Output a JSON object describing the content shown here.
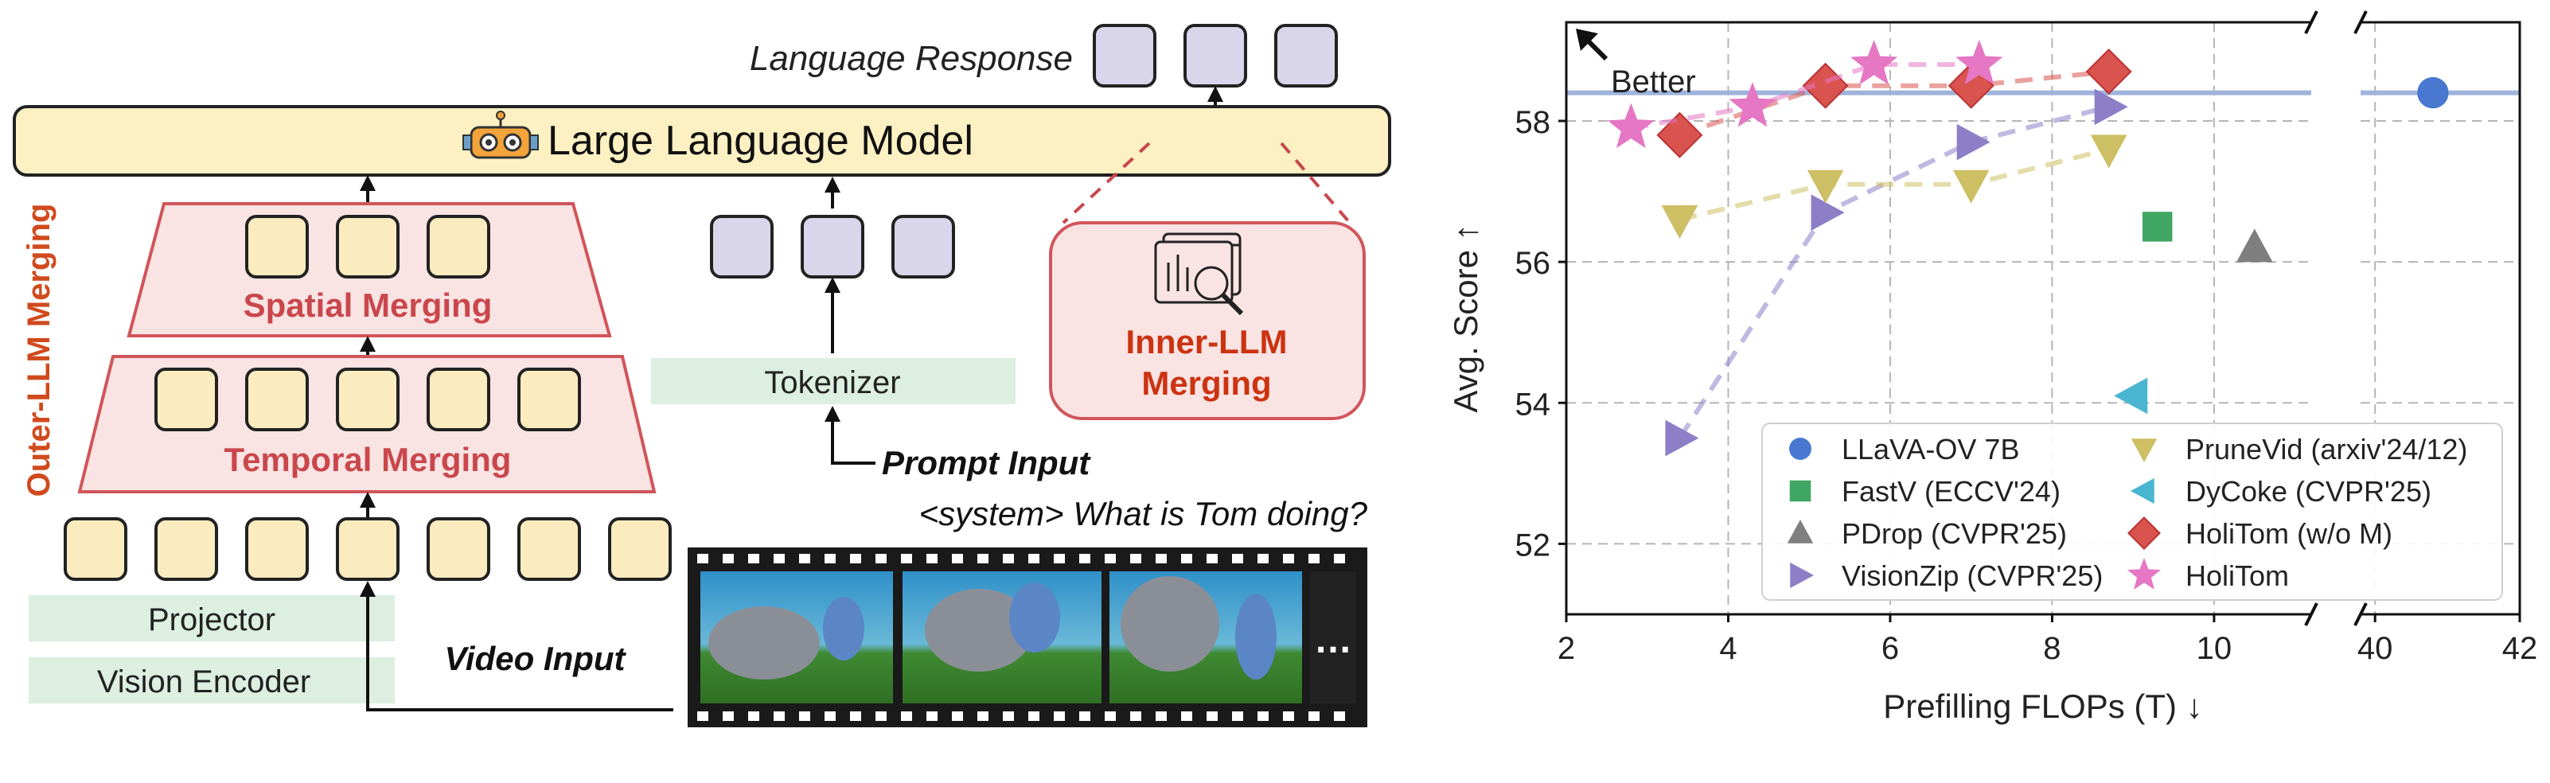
{
  "diagram": {
    "llm_label": "Large Language Model",
    "language_response": "Language Response",
    "outer_label": "Outer-LLM Merging",
    "spatial_label": "Spatial Merging",
    "temporal_label": "Temporal Merging",
    "inner_label_1": "Inner-LLM",
    "inner_label_2": "Merging",
    "tokenizer_label": "Tokenizer",
    "prompt_label": "Prompt Input",
    "prompt_text": "<system> What is Tom doing?",
    "projector_label": "Projector",
    "encoder_label": "Vision Encoder",
    "video_label": "Video Input",
    "ellipsis": "…",
    "colors": {
      "token_fill": "#fbecc0",
      "prompt_token_fill": "#d9d5ea",
      "merge_fill": "#f9e3e3",
      "merge_stroke": "#d0555a",
      "merge_text": "#c9474c",
      "outer_text": "#d04a1d",
      "inner_text": "#cc3311",
      "green_box": "#dcefe0"
    }
  },
  "chart_data": {
    "type": "scatter",
    "xlabel": "Prefilling  FLOPs (T) ↓",
    "ylabel": "Avg. Score ↑",
    "x_ticks_left": [
      "2",
      "4",
      "6",
      "8",
      "10"
    ],
    "x_ticks_right": [
      "40",
      "42"
    ],
    "y_ticks": [
      "52",
      "54",
      "56",
      "58"
    ],
    "xlim_left": [
      2,
      11.2
    ],
    "xlim_right": [
      39.8,
      42
    ],
    "ylim": [
      51,
      59.4
    ],
    "grid": true,
    "broken_x_axis": true,
    "reference_line_y": 58.4,
    "annotation": "Better",
    "legend_position": "lower-right",
    "series": [
      {
        "name": "LLaVA-OV 7B",
        "marker": "circle",
        "color": "#4878cf",
        "dashed": false,
        "points": [
          [
            40.8,
            58.4
          ]
        ]
      },
      {
        "name": "FastV (ECCV'24)",
        "marker": "square",
        "color": "#40a664",
        "dashed": false,
        "points": [
          [
            9.3,
            56.5
          ]
        ]
      },
      {
        "name": "PDrop (CVPR'25)",
        "marker": "triangle-up",
        "color": "#7f7f7f",
        "dashed": false,
        "points": [
          [
            10.5,
            56.2
          ]
        ]
      },
      {
        "name": "VisionZip (CVPR'25)",
        "marker": "triangle-right",
        "color": "#8c7fc8",
        "dashed": true,
        "points": [
          [
            3.4,
            53.5
          ],
          [
            5.2,
            56.7
          ],
          [
            7.0,
            57.7
          ],
          [
            8.7,
            58.2
          ]
        ]
      },
      {
        "name": "PruneVid (arxiv'24/12)",
        "marker": "triangle-down",
        "color": "#cdbf63",
        "dashed": true,
        "points": [
          [
            3.4,
            56.6
          ],
          [
            5.2,
            57.1
          ],
          [
            7.0,
            57.1
          ],
          [
            8.7,
            57.6
          ]
        ]
      },
      {
        "name": "DyCoke (CVPR'25)",
        "marker": "triangle-left",
        "color": "#4ab5d0",
        "dashed": false,
        "points": [
          [
            9.0,
            54.1
          ]
        ]
      },
      {
        "name": "HoliTom (w/o M)",
        "marker": "diamond",
        "color": "#d9534f",
        "dashed": true,
        "points": [
          [
            3.4,
            57.8
          ],
          [
            5.2,
            58.5
          ],
          [
            7.0,
            58.5
          ],
          [
            8.7,
            58.7
          ]
        ]
      },
      {
        "name": "HoliTom",
        "marker": "star",
        "color": "#e577c4",
        "dashed": true,
        "points": [
          [
            2.8,
            57.9
          ],
          [
            4.3,
            58.2
          ],
          [
            5.8,
            58.8
          ],
          [
            7.1,
            58.8
          ]
        ]
      }
    ]
  }
}
